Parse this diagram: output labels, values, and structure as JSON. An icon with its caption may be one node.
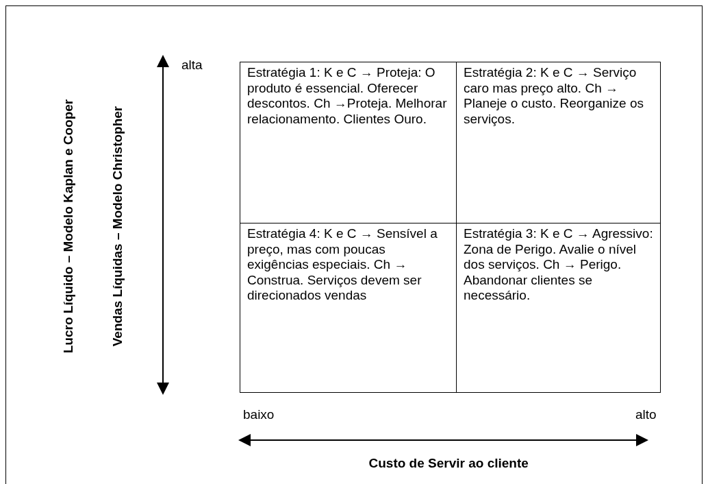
{
  "diagram": {
    "nodes": [
      {
        "text": [
          "Estratégia 1: K e C → Proteja: O produto é essencial. Oferecer descontos. Ch →Proteja. Melhorar relacionamento. Clientes Ouro."
        ]
      },
      {
        "text": [
          "Estratégia 2: K e C → Serviço caro mas preço alto. Ch → Planeje o custo. Reorganize os serviços."
        ]
      },
      {
        "text": [
          "Estratégia 4: K e C → Sensível a preço, mas com poucas exigências especiais. Ch → Construa. Serviços devem ser direcionados vendas"
        ]
      },
      {
        "text": [
          "Estratégia 3: K e C → Agressivo: Zona de Perigo. Avalie o nível dos serviços. Ch → Perigo. Abandonar clientes se necessário."
        ]
      }
    ],
    "edges": [],
    "labels": [
      "Lucro Líquido – Modelo Kaplan e Cooper",
      "Vendas Líquidas – Modelo Christopher",
      "alta",
      "baixo",
      "alto",
      "Custo de Servir ao cliente"
    ]
  }
}
